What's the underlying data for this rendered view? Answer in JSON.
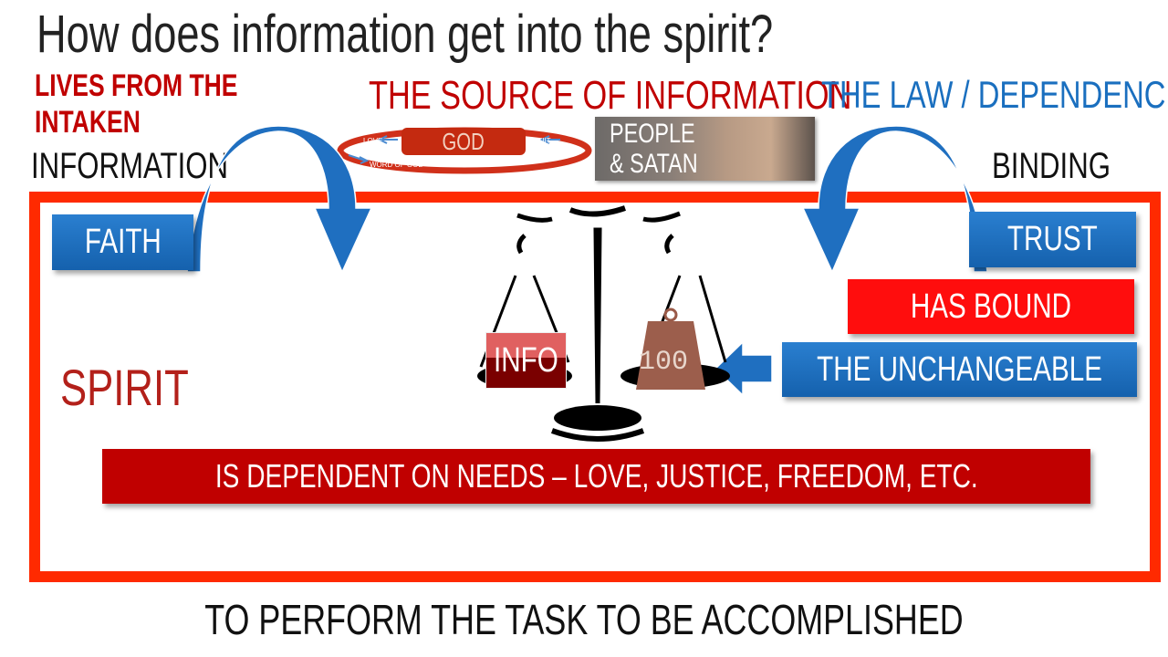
{
  "title": "How does information get into the spirit?",
  "left_heading": {
    "line1": "LIVES FROM THE",
    "line2": "INTAKEN",
    "line3": "INFORMATION"
  },
  "source_heading": "THE SOURCE OF INFORMATION",
  "law_heading": "THE LAW / DEPENDENCE",
  "binding_label": "BINDING",
  "god_cycle": {
    "center": "GOD",
    "love": "LOVE",
    "fruit": "FRUIT",
    "word": "WORD OF GOD"
  },
  "people_image": {
    "line1": "PEOPLE",
    "line2": "& SATAN"
  },
  "faith": "FAITH",
  "trust": "TRUST",
  "has_bound": "HAS BOUND",
  "unchangeable": "THE UNCHANGEABLE",
  "spirit": "SPIRIT",
  "scale": {
    "left_pan": "INFO",
    "weight": "100"
  },
  "needs": "IS DEPENDENT ON NEEDS – LOVE, JUSTICE, FREEDOM, ETC.",
  "task": "TO PERFORM THE TASK TO BE ACCOMPLISHED",
  "colors": {
    "red": "#c00000",
    "frame": "#ff2a00",
    "blue": "#1a6fbf"
  }
}
